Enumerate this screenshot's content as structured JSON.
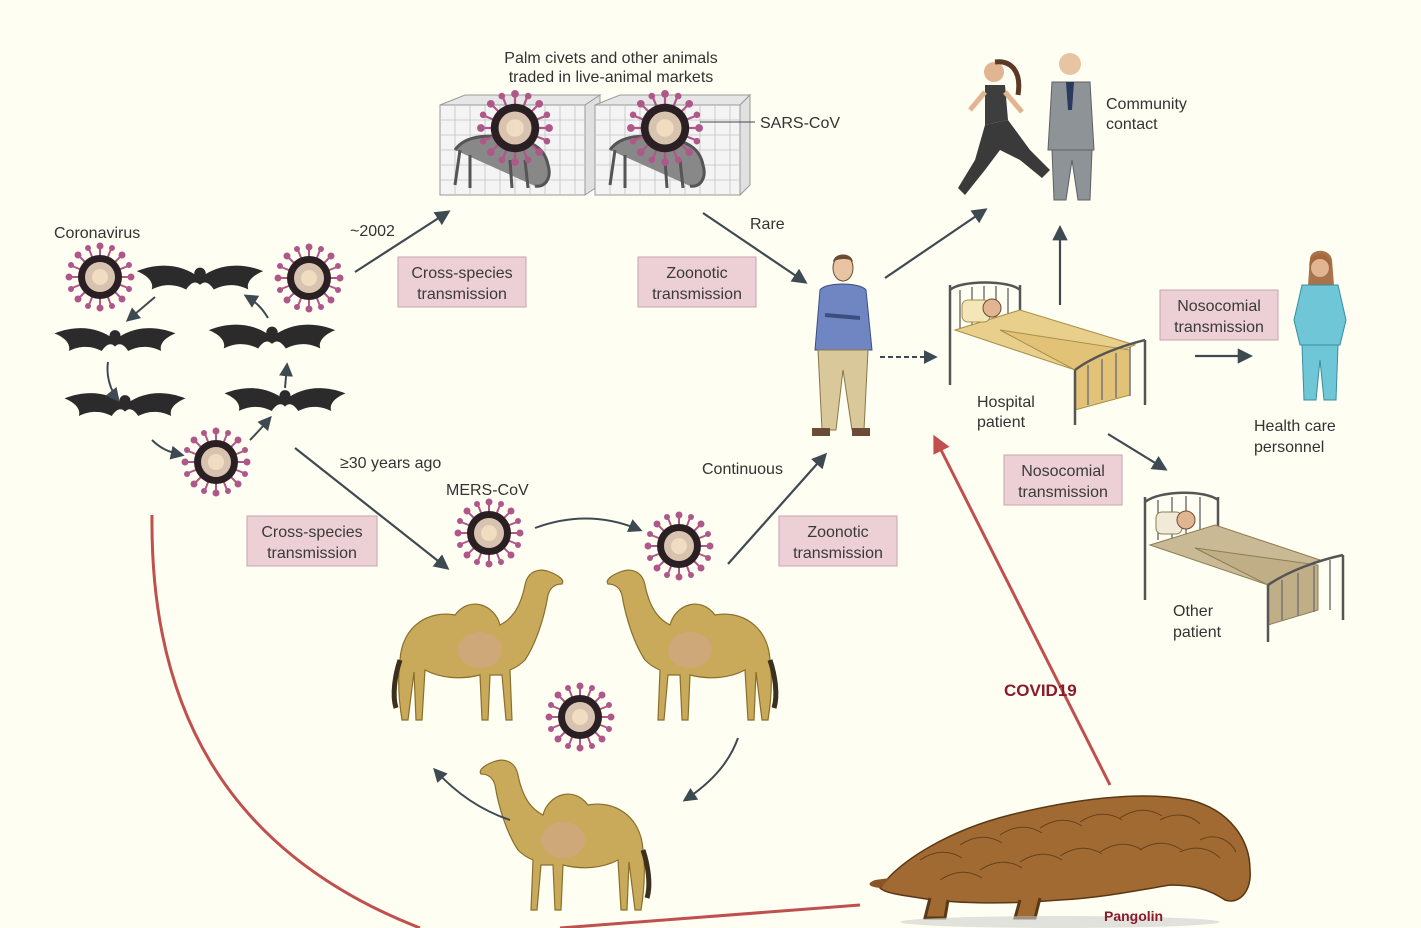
{
  "labels": {
    "palm_civets_line1": "Palm civets and other animals",
    "palm_civets_line2": "traded in live-animal markets",
    "sars_cov": "SARS-CoV",
    "community_line1": "Community",
    "community_line2": "contact",
    "coronavirus": "Coronavirus",
    "year_2002": "~2002",
    "rare": "Rare",
    "hospital_line1": "Hospital",
    "hospital_line2": "patient",
    "health_care_line1": "Health care",
    "health_care_line2": "personnel",
    "years_ago": "≥30 years ago",
    "mers_cov": "MERS-CoV",
    "continuous": "Continuous",
    "other_line1": "Other",
    "other_line2": "patient",
    "covid19": "COVID19",
    "pangolin": "Pangolin"
  },
  "boxes": {
    "cross_species_top": [
      "Cross-species",
      "transmission"
    ],
    "zoonotic_top": [
      "Zoonotic",
      "transmission"
    ],
    "nosocomial_right": [
      "Nosocomial",
      "transmission"
    ],
    "nosocomial_mid": [
      "Nosocomial",
      "transmission"
    ],
    "cross_species_bottom": [
      "Cross-species",
      "transmission"
    ],
    "zoonotic_bottom": [
      "Zoonotic",
      "transmission"
    ]
  },
  "colors": {
    "background": "#fffef2",
    "box_fill": "#ecd0d6",
    "box_border": "#c9a3ad",
    "arrow": "#3e4a52",
    "red_arrow": "#c0504d",
    "covid_text": "#8b1a2b",
    "camel": "#c9a95a",
    "bat": "#2b2b2b",
    "virus": "#b0578a"
  }
}
